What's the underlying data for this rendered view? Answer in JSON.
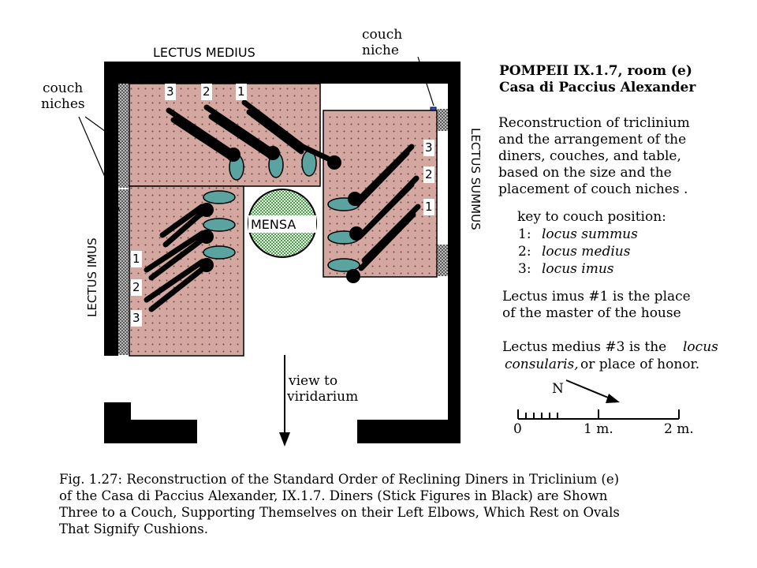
{
  "labels": {
    "lectus_medius": "LECTUS MEDIUS",
    "lectus_imus": "LECTUS IMUS",
    "lectus_summus": "LECTUS SUMMUS",
    "couch_niches_line1": "couch",
    "couch_niches_line2": "niches",
    "couch_niche_line1": "couch",
    "couch_niche_line2": "niche",
    "mensa": "MENSA",
    "view_line1": "view to",
    "view_line2": "viridarium"
  },
  "position_numbers": {
    "medius": [
      "3",
      "2",
      "1"
    ],
    "summus": [
      "3",
      "2",
      "1"
    ],
    "imus": [
      "1",
      "2",
      "3"
    ]
  },
  "info": {
    "title_line1": "POMPEII IX.1.7, room (e)",
    "title_line2": "Casa di Paccius Alexander",
    "desc_lines": [
      "Reconstruction of triclinium",
      "and the arrangement of the",
      "diners, couches, and table,",
      "based on the size and the",
      "placement of couch niches ."
    ],
    "key_title": "key to couch position:",
    "key_items": [
      {
        "num": "1:",
        "name": "locus summus"
      },
      {
        "num": "2:",
        "name": "locus medius"
      },
      {
        "num": "3:",
        "name": "locus imus"
      }
    ],
    "imus_note_line1": "Lectus imus #1 is the place",
    "imus_note_line2": "of the master of the house",
    "medius_note_line1_a": "Lectus medius #3 is the",
    "medius_note_line1_b": "locus",
    "medius_note_line2_a": "consularis,",
    "medius_note_line2_b": "or place of honor."
  },
  "compass": {
    "label": "N"
  },
  "scale": {
    "ticks": [
      "0",
      "1 m.",
      "2 m."
    ]
  },
  "caption": {
    "lines": [
      "Fig. 1.27: Reconstruction of the Standard Order of Reclining Diners in Triclinium (e)",
      "of the Casa di Paccius Alexander, IX.1.7.  Diners (Stick Figures in Black) are Shown",
      "Three to a Couch, Supporting Themselves on their Left Elbows, Which Rest on Ovals",
      "That Signify Cushions."
    ]
  },
  "colors": {
    "wall": "#000000",
    "couch": "#d4a8a0",
    "cushion": "#5aa3a0",
    "mensa": "#7ab87a",
    "niche": "#8a8a8a"
  }
}
